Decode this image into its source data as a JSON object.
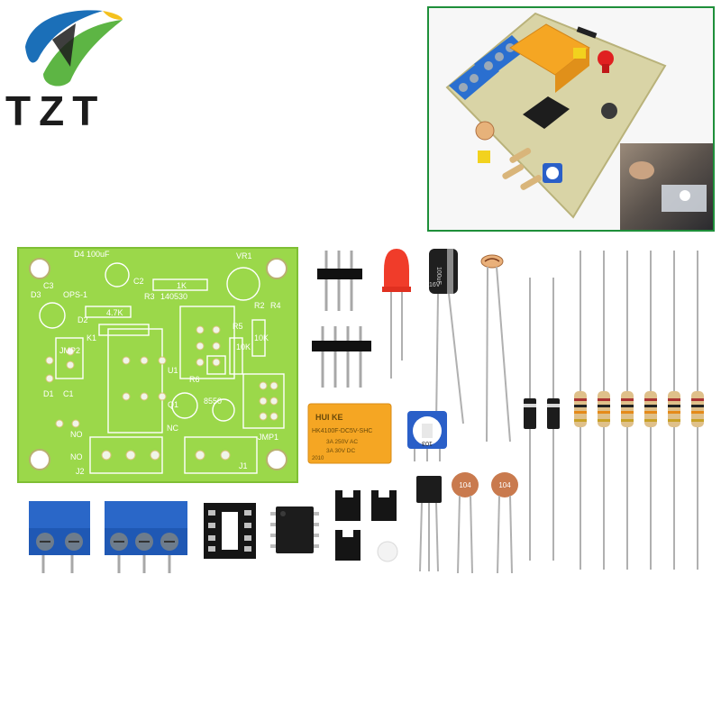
{
  "brand": {
    "name": "TZT",
    "logo_colors": {
      "blue": "#1b6fb8",
      "green": "#5db544",
      "yellow": "#f4c11e",
      "dark": "#1c1c1c"
    }
  },
  "inset": {
    "border_color": "#1e8f3a"
  },
  "pcb": {
    "color": "#9bd84a",
    "labels": {
      "d4": "D4",
      "c3": "C3",
      "cap_value": "100uF",
      "ops": "OPS-1",
      "vr1": "VR1",
      "d3": "D3",
      "d2": "D2",
      "c2": "C2",
      "r3": "R3",
      "date": "140530",
      "r1": "1K",
      "r2": "R2",
      "r4": "R4",
      "r5": "R5",
      "k1": "K1",
      "jmp2": "JMP2",
      "r6": "R6",
      "u1": "U1",
      "q1": "Q1",
      "transistor": "8550",
      "r10k_a": "10K",
      "r10k_b": "10K",
      "r4k7": "4.7K",
      "c1": "C1",
      "d1": "D1",
      "nc": "NC",
      "no": "NO",
      "no2": "NO",
      "j2": "J2",
      "j1": "J1",
      "jmp1": "JMP1"
    }
  },
  "relay": {
    "color": "#f5a623",
    "brand": "HUI KE",
    "model": "HK4100F-DC5V-SHC",
    "rating1": "3A 250V AC",
    "rating2": "3A 30V DC",
    "year": "2010"
  },
  "electrolytic": {
    "label1": "100uF",
    "label2": "16V"
  },
  "trimpot": {
    "code": "103"
  },
  "ceramic_caps": [
    {
      "code": "104"
    },
    {
      "code": "104"
    }
  ]
}
